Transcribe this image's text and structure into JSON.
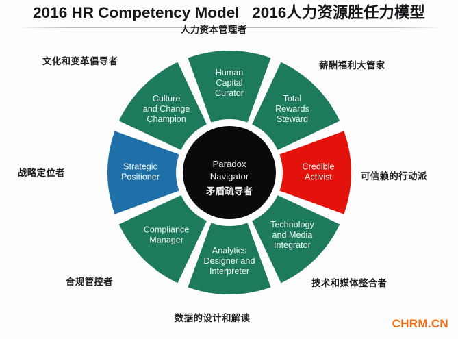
{
  "header": {
    "title": "2016 HR Competency Model   2016人力资源胜任力模型"
  },
  "watermark": {
    "text": "CHRM.CN",
    "color": "#f06a12"
  },
  "colors": {
    "green": "#1d7a5c",
    "blue": "#1f6fa8",
    "red": "#e3120b",
    "core": "#0a0a0a",
    "background": "#fdfdfd",
    "segment_text": "#eef7f3",
    "annotation_text": "#1b1d20"
  },
  "chart_data": {
    "type": "pie",
    "title": "2016 HR Competency Model   2016人力资源胜任力模型",
    "subtitle": "",
    "layout": "donut-wheel",
    "center": {
      "name_en": "Paradox Navigator",
      "name_zh": "矛盾疏导者",
      "color": "#0a0a0a"
    },
    "categories": [
      "Human Capital Curator",
      "Total Rewards Steward",
      "Credible Activist",
      "Technology and Media Integrator",
      "Analytics Designer and Interpreter",
      "Compliance Manager",
      "Strategic Positioner",
      "Culture and Change Champion"
    ],
    "values": [
      12.5,
      12.5,
      12.5,
      12.5,
      12.5,
      12.5,
      12.5,
      12.5
    ],
    "segments": [
      {
        "id": "human-capital-curator",
        "label_en": "Human Capital Curator",
        "lines_en": [
          "Human",
          "Capital",
          "Curator"
        ],
        "label_zh": "人力资本管理者",
        "color": "#1d7a5c",
        "start_angle": -112.5,
        "end_angle": -67.5
      },
      {
        "id": "total-rewards-steward",
        "label_en": "Total Rewards Steward",
        "lines_en": [
          "Total",
          "Rewards",
          "Steward"
        ],
        "label_zh": "薪酬福利大管家",
        "color": "#1d7a5c",
        "start_angle": -67.5,
        "end_angle": -22.5
      },
      {
        "id": "credible-activist",
        "label_en": "Credible Activist",
        "lines_en": [
          "Credible",
          "Activist"
        ],
        "label_zh": "可信赖的行动派",
        "color": "#e3120b",
        "start_angle": -22.5,
        "end_angle": 22.5
      },
      {
        "id": "technology-and-media-integrator",
        "label_en": "Technology and Media Integrator",
        "lines_en": [
          "Technology",
          "and Media",
          "Integrator"
        ],
        "label_zh": "技术和媒体整合者",
        "color": "#1d7a5c",
        "start_angle": 22.5,
        "end_angle": 67.5
      },
      {
        "id": "analytics-designer-and-interpreter",
        "label_en": "Analytics Designer and Interpreter",
        "lines_en": [
          "Analytics",
          "Designer and",
          "Interpreter"
        ],
        "label_zh": "数据的设计和解读",
        "color": "#1d7a5c",
        "start_angle": 67.5,
        "end_angle": 112.5
      },
      {
        "id": "compliance-manager",
        "label_en": "Compliance Manager",
        "lines_en": [
          "Compliance",
          "Manager"
        ],
        "label_zh": "合规管控者",
        "color": "#1d7a5c",
        "start_angle": 112.5,
        "end_angle": 157.5
      },
      {
        "id": "strategic-positioner",
        "label_en": "Strategic Positioner",
        "lines_en": [
          "Strategic",
          "Positioner"
        ],
        "label_zh": "战略定位者",
        "color": "#1f6fa8",
        "start_angle": 157.5,
        "end_angle": 202.5
      },
      {
        "id": "culture-and-change-champion",
        "label_en": "Culture and Change Champion",
        "lines_en": [
          "Culture",
          "and Change",
          "Champion"
        ],
        "label_zh": "文化和变革倡导者",
        "color": "#1d7a5c",
        "start_angle": 202.5,
        "end_angle": 247.5
      }
    ]
  },
  "annotations": {
    "human_capital": "人力资本管理者",
    "culture": "文化和变革倡导者",
    "rewards": "薪酬福利大管家",
    "strategic": "战略定位者",
    "credible": "可信赖的行动派",
    "compliance": "合规管控者",
    "technology": "技术和媒体整合者",
    "analytics": "数据的设计和解读"
  }
}
